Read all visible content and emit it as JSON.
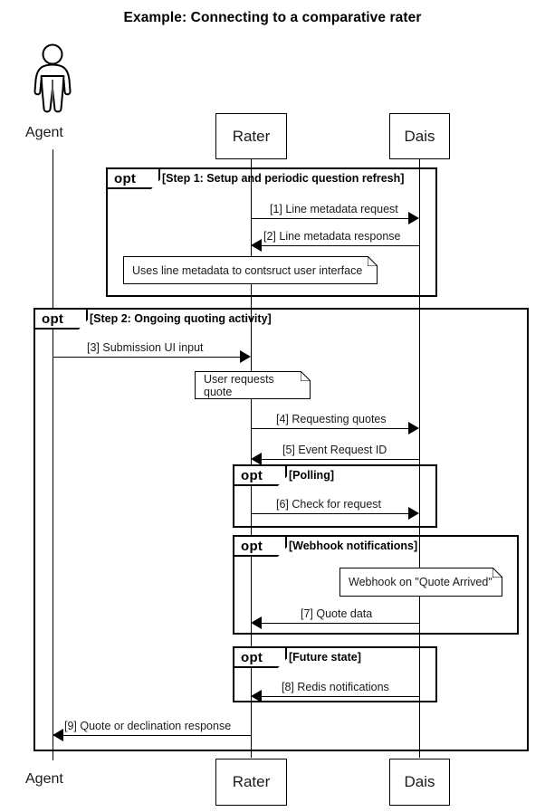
{
  "title": "Example: Connecting to a comparative rater",
  "participants": [
    {
      "name": "Agent",
      "type": "actor",
      "top_label": "Agent",
      "bottom_label": "Agent"
    },
    {
      "name": "Rater",
      "type": "box",
      "top_label": "Rater",
      "bottom_label": "Rater"
    },
    {
      "name": "Dais",
      "type": "box",
      "top_label": "Dais",
      "bottom_label": "Dais"
    }
  ],
  "fragments": [
    {
      "operator": "opt",
      "guard": "[Step 1: Setup and periodic question refresh]"
    },
    {
      "operator": "opt",
      "guard": "[Step 2: Ongoing quoting activity]"
    },
    {
      "operator": "opt",
      "guard": "[Polling]"
    },
    {
      "operator": "opt",
      "guard": "[Webhook notifications]"
    },
    {
      "operator": "opt",
      "guard": "[Future state]"
    }
  ],
  "messages": [
    {
      "seq": "[1]",
      "label": "[1] Line metadata request",
      "from": "Rater",
      "to": "Dais",
      "direction": "right"
    },
    {
      "seq": "[2]",
      "label": "[2] Line metadata response",
      "from": "Dais",
      "to": "Rater",
      "direction": "left"
    },
    {
      "seq": "[3]",
      "label": "[3] Submission UI input",
      "from": "Agent",
      "to": "Rater",
      "direction": "right"
    },
    {
      "seq": "[4]",
      "label": "[4] Requesting quotes",
      "from": "Rater",
      "to": "Dais",
      "direction": "right"
    },
    {
      "seq": "[5]",
      "label": "[5] Event Request ID",
      "from": "Dais",
      "to": "Rater",
      "direction": "left"
    },
    {
      "seq": "[6]",
      "label": "[6] Check for request",
      "from": "Rater",
      "to": "Dais",
      "direction": "right"
    },
    {
      "seq": "[7]",
      "label": "[7] Quote data",
      "from": "Dais",
      "to": "Rater",
      "direction": "left"
    },
    {
      "seq": "[8]",
      "label": "[8] Redis notifications",
      "from": "Dais",
      "to": "Rater",
      "direction": "left"
    },
    {
      "seq": "[9]",
      "label": "[9] Quote or declination response",
      "from": "Rater",
      "to": "Agent",
      "direction": "left"
    }
  ],
  "notes": [
    {
      "text": "Uses line metadata to contsruct user interface"
    },
    {
      "text": "User requests quote"
    },
    {
      "text": "Webhook on \"Quote Arrived\""
    }
  ],
  "colors": {
    "stroke": "#000000",
    "text": "#1a1a1a",
    "background": "#ffffff"
  }
}
